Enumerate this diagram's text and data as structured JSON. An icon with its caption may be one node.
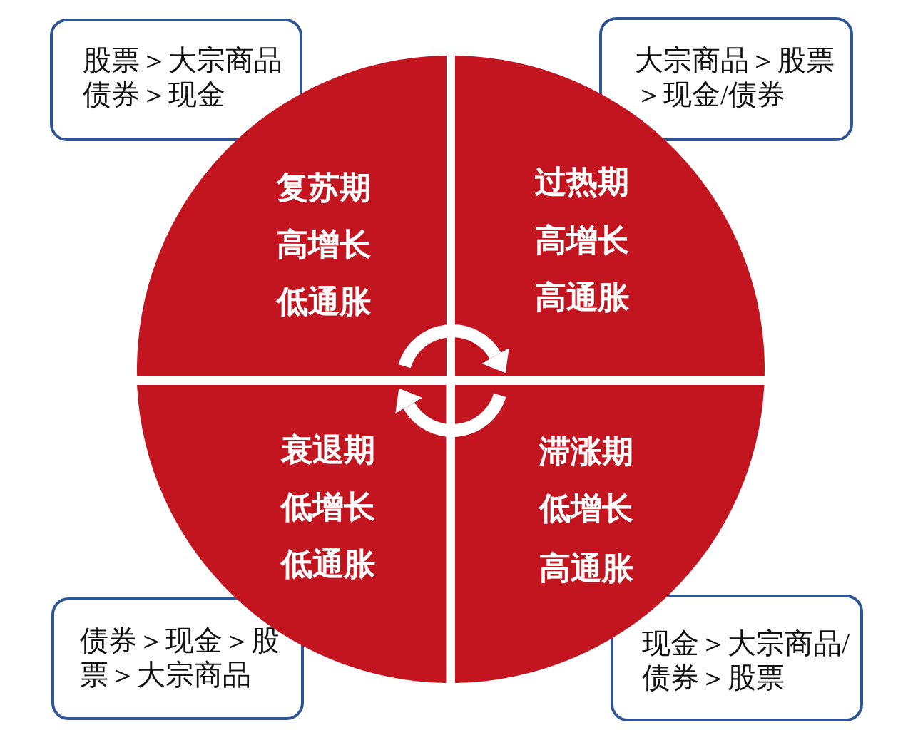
{
  "diagram": {
    "nodes": [
      {
        "text": [
          "股票＞大宗商品债券＞现金"
        ]
      },
      {
        "text": [
          "大宗商品＞股票＞现金/债券"
        ]
      },
      {
        "text": [
          "复苏期",
          "高增长",
          "低通胀"
        ]
      },
      {
        "text": [
          "过热期",
          "高增长",
          "高通胀"
        ]
      },
      {
        "text": [
          "衰退期",
          "低增长",
          "低通胀"
        ]
      },
      {
        "text": [
          "滞涨期",
          "低增长",
          "高通胀"
        ]
      },
      {
        "text": [
          "债券＞现金＞股票＞大宗商品"
        ]
      },
      {
        "text": [
          "现金＞大宗商品/债券＞股票"
        ]
      }
    ],
    "edges": [
      {
        "from": 2,
        "to": 3,
        "arrow": "to"
      },
      {
        "from": 5,
        "to": 4,
        "arrow": "to"
      }
    ]
  }
}
